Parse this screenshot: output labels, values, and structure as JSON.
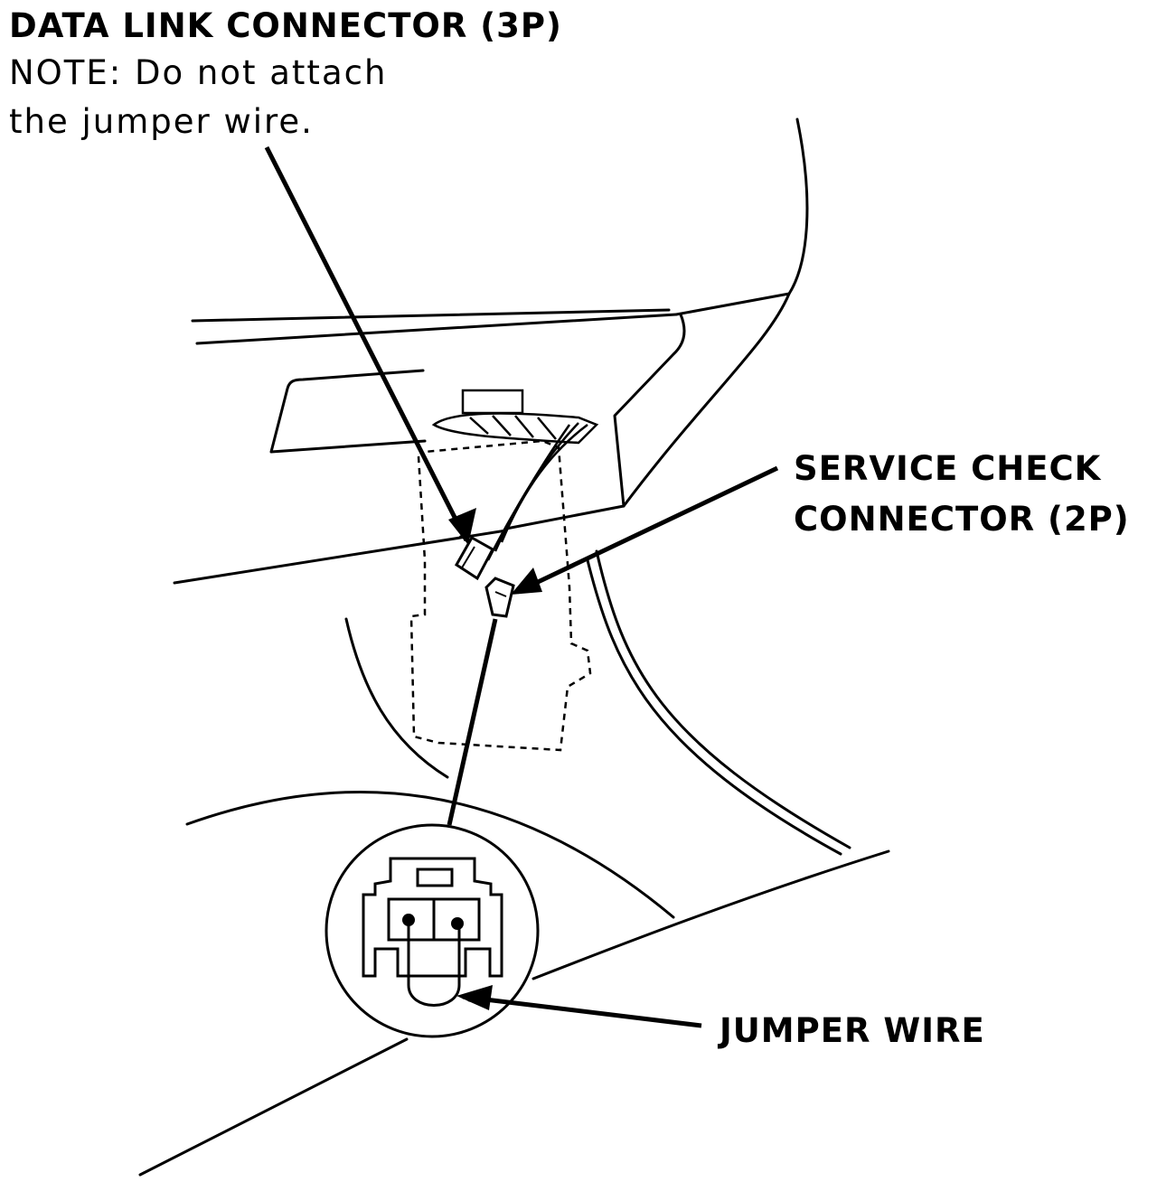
{
  "labels": {
    "data_link_connector": {
      "title": "DATA LINK CONNECTOR (3P)",
      "note_line1": "NOTE:  Do not attach",
      "note_line2": "the jumper wire."
    },
    "service_check_connector": {
      "line1": "SERVICE CHECK",
      "line2": "CONNECTOR (2P)"
    },
    "jumper_wire": "JUMPER WIRE"
  },
  "colors": {
    "ink": "#000000",
    "background": "#ffffff"
  }
}
